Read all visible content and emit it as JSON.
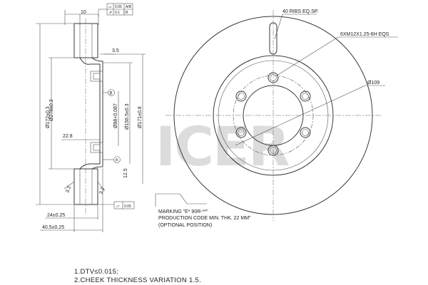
{
  "tolerance_frame": {
    "flatness_value": "0.05",
    "flatness_datum": "A/B",
    "runout_value": "0.1",
    "runout_datum": "B"
  },
  "side_view": {
    "dim_top": "10",
    "dim_hat_offset": "3.5",
    "dim_disc_dia": "Ø278±0.3",
    "dim_friction_dia": "Ø172±0.3",
    "dim_pilot_dia": "Ø88+0.087",
    "dim_hub_dia": "Ø156.5±0.3",
    "dim_outer_hub_dia": "Ø171±0.8",
    "dim_height_small": "22.8",
    "dim_thickness_small": "12.5",
    "datum_b": "B",
    "datum_a": "A",
    "dim_angle_left": "3.2",
    "dim_angle_right": "3.2",
    "flatness_bottom": "0.05",
    "dim_thickness": "24±0.25",
    "dim_overall_height": "40.5±0.25"
  },
  "front_view": {
    "label_ribs": "40 RIBS EQ.SP.",
    "label_holes": "6XM12X1.25-6H EQS",
    "label_pcd": "Ø109"
  },
  "marking_note": {
    "line1": "MARKING \"E* 90R-**\"",
    "line2": "PRODUCTION CODE  MIN. THK. 22 MM\"",
    "line3": "(OPTIONAL POSITION)"
  },
  "notes": {
    "note1": "1.DTV≤0.015;",
    "note2": "2.CHEEK THICKNESS VARIATION 1.5."
  },
  "watermark": "ICER"
}
